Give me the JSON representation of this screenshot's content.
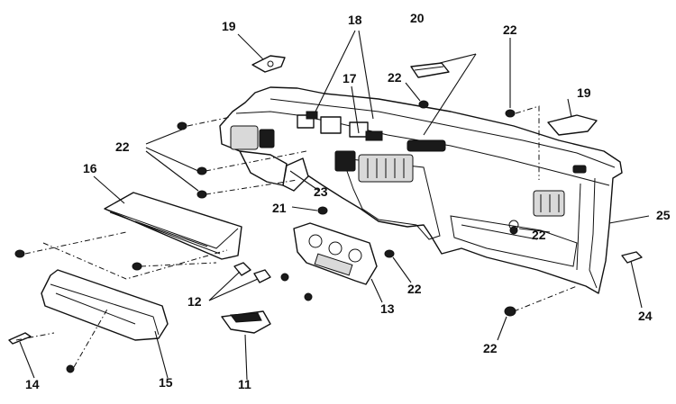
{
  "callouts": [
    {
      "id": "c19a",
      "text": "19"
    },
    {
      "id": "c18",
      "text": "18"
    },
    {
      "id": "c20",
      "text": "20"
    },
    {
      "id": "c22a",
      "text": "22"
    },
    {
      "id": "c22b",
      "text": "22"
    },
    {
      "id": "c19b",
      "text": "19"
    },
    {
      "id": "c17",
      "text": "17"
    },
    {
      "id": "c22c",
      "text": "22"
    },
    {
      "id": "c16",
      "text": "16"
    },
    {
      "id": "c23",
      "text": "23"
    },
    {
      "id": "c21",
      "text": "21"
    },
    {
      "id": "c25",
      "text": "25"
    },
    {
      "id": "c22d",
      "text": "22"
    },
    {
      "id": "c12",
      "text": "12"
    },
    {
      "id": "c22e",
      "text": "22"
    },
    {
      "id": "c13",
      "text": "13"
    },
    {
      "id": "c24",
      "text": "24"
    },
    {
      "id": "c22f",
      "text": "22"
    },
    {
      "id": "c14",
      "text": "14"
    },
    {
      "id": "c15",
      "text": "15"
    },
    {
      "id": "c11",
      "text": "11"
    }
  ]
}
